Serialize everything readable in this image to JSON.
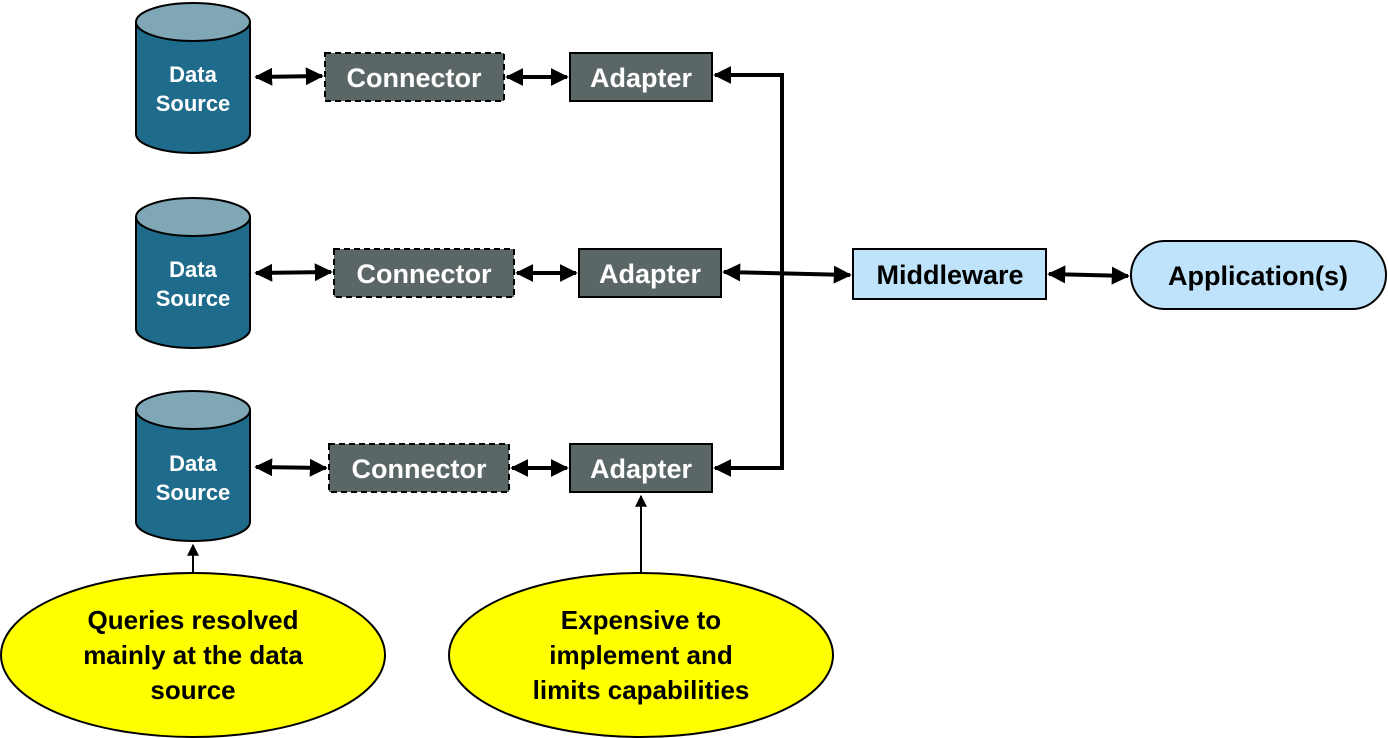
{
  "data_sources": [
    {
      "line1": "Data",
      "line2": "Source"
    },
    {
      "line1": "Data",
      "line2": "Source"
    },
    {
      "line1": "Data",
      "line2": "Source"
    }
  ],
  "connectors": [
    "Connector",
    "Connector",
    "Connector"
  ],
  "adapters": [
    "Adapter",
    "Adapter",
    "Adapter"
  ],
  "middleware": "Middleware",
  "application": "Application(s)",
  "notes": {
    "data_source": [
      "Queries resolved",
      "mainly at the data",
      "source"
    ],
    "adapter": [
      "Expensive to",
      "implement and",
      "limits capabilities"
    ]
  },
  "colors": {
    "cylinder_body": "#1f6b8c",
    "cylinder_top": "#7fa7b6",
    "box_dark": "#5b6667",
    "middleware_fill": "#bfe3fb",
    "application_fill": "#bfe3fb",
    "note_fill": "#ffff00"
  }
}
